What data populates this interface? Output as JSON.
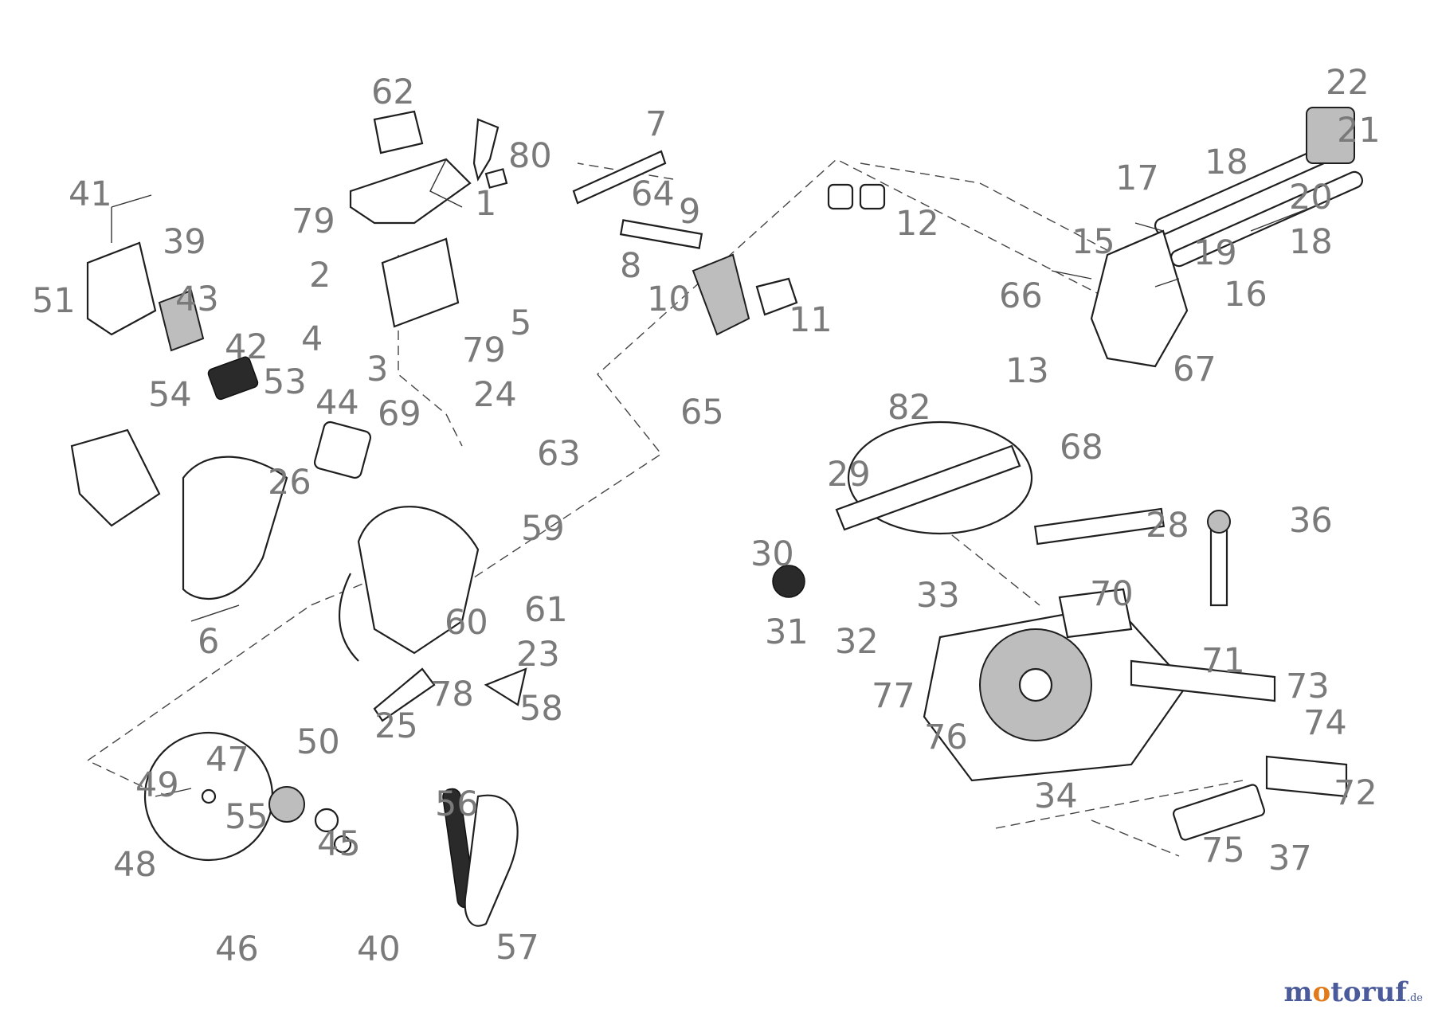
{
  "diagram": {
    "callouts": [
      "1",
      "2",
      "3",
      "4",
      "5",
      "6",
      "7",
      "8",
      "9",
      "10",
      "11",
      "12",
      "13",
      "15",
      "16",
      "17",
      "18",
      "18b",
      "19",
      "20",
      "21",
      "22",
      "23",
      "24",
      "25",
      "26",
      "28",
      "29",
      "30",
      "31",
      "32",
      "33",
      "34",
      "36",
      "37",
      "39",
      "40",
      "41",
      "42",
      "43",
      "44",
      "45",
      "46",
      "47",
      "48",
      "49",
      "50",
      "51",
      "53",
      "54",
      "55",
      "56",
      "57",
      "58",
      "59",
      "60",
      "61",
      "62",
      "63",
      "64",
      "65",
      "66",
      "67",
      "68",
      "69",
      "70",
      "71",
      "72",
      "73",
      "74",
      "75",
      "76",
      "77",
      "78",
      "79",
      "79b",
      "80",
      "82"
    ],
    "labels": {
      "1": "1",
      "2": "2",
      "3": "3",
      "4": "4",
      "5": "5",
      "6": "6",
      "7": "7",
      "8": "8",
      "9": "9",
      "10": "10",
      "11": "11",
      "12": "12",
      "13": "13",
      "15": "15",
      "16": "16",
      "17": "17",
      "18": "18",
      "18b": "18",
      "19": "19",
      "20": "20",
      "21": "21",
      "22": "22",
      "23": "23",
      "24": "24",
      "25": "25",
      "26": "26",
      "28": "28",
      "29": "29",
      "30": "30",
      "31": "31",
      "32": "32",
      "33": "33",
      "34": "34",
      "36": "36",
      "37": "37",
      "39": "39",
      "40": "40",
      "41": "41",
      "42": "42",
      "43": "43",
      "44": "44",
      "45": "45",
      "46": "46",
      "47": "47",
      "48": "48",
      "49": "49",
      "50": "50",
      "51": "51",
      "53": "53",
      "54": "54",
      "55": "55",
      "56": "56",
      "57": "57",
      "58": "58",
      "59": "59",
      "60": "60",
      "61": "61",
      "62": "62",
      "63": "63",
      "64": "64",
      "65": "65",
      "66": "66",
      "67": "67",
      "68": "68",
      "69": "69",
      "70": "70",
      "71": "71",
      "72": "72",
      "73": "73",
      "74": "74",
      "75": "75",
      "76": "76",
      "77": "77",
      "78": "78",
      "79": "79",
      "79b": "79",
      "80": "80",
      "82": "82"
    }
  },
  "watermark": {
    "brand_prefix": "m",
    "brand_o": "o",
    "brand_rest": "toruf",
    "domain": ".de"
  },
  "colors": {
    "callout": "#7a7a7a",
    "line": "#1f1f1f",
    "brand_blue": "#4a5a9a",
    "brand_orange": "#e07a1a"
  }
}
